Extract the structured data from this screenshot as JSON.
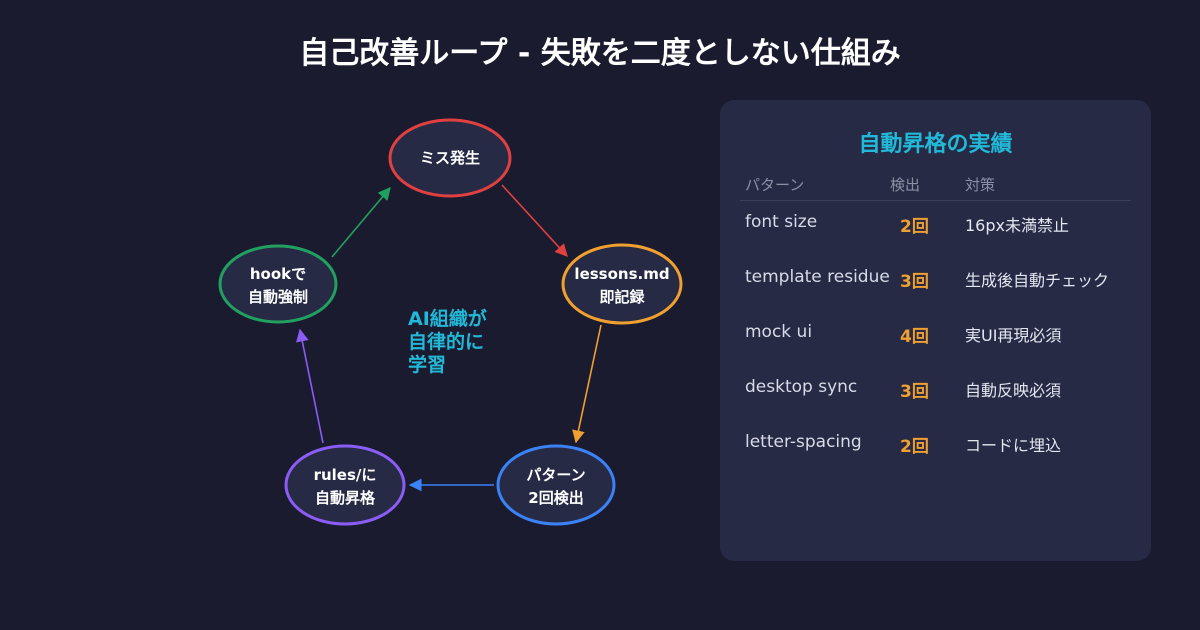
{
  "title": "自己改善ループ - 失敗を二度としない仕組み",
  "diagram": {
    "nodes": [
      {
        "id": "mistake",
        "lines": [
          "ミス発生"
        ],
        "color": "#e04040"
      },
      {
        "id": "lessons",
        "lines": [
          "lessons.md",
          "即記録"
        ],
        "color": "#f0a030"
      },
      {
        "id": "pattern",
        "lines": [
          "パターン",
          "2回検出"
        ],
        "color": "#3b82f6"
      },
      {
        "id": "rules",
        "lines": [
          "rules/に",
          "自動昇格"
        ],
        "color": "#8b5cf6"
      },
      {
        "id": "hook",
        "lines": [
          "hookで",
          "自動強制"
        ],
        "color": "#22a060"
      }
    ],
    "center_lines": [
      "AI組織が",
      "自律的に",
      "学習"
    ],
    "center_color": "#22b8d8"
  },
  "panel": {
    "title": "自動昇格の実績",
    "headers": {
      "pattern": "パターン",
      "count": "検出",
      "action": "対策"
    },
    "rows": [
      {
        "pattern": "font size",
        "count": "2回",
        "action": "16px未満禁止"
      },
      {
        "pattern": "template residue",
        "count": "3回",
        "action": "生成後自動チェック"
      },
      {
        "pattern": "mock ui",
        "count": "4回",
        "action": "実UI再現必須"
      },
      {
        "pattern": "desktop sync",
        "count": "3回",
        "action": "自動反映必須"
      },
      {
        "pattern": "letter-spacing",
        "count": "2回",
        "action": "コードに埋込"
      }
    ]
  },
  "colors": {
    "background": "#1a1b2e",
    "panel": "#262a45",
    "accent": "#22b8d8",
    "count": "#f0a030"
  }
}
